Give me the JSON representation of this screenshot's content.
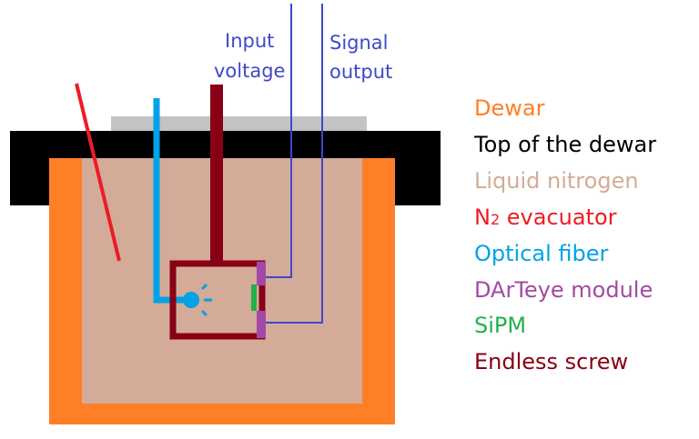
{
  "wires": {
    "input_voltage": {
      "line1": "Input",
      "line2": "voltage"
    },
    "signal_output": {
      "line1": "Signal",
      "line2": "output"
    }
  },
  "legend": [
    {
      "key": "dewar",
      "label": "Dewar",
      "color": "#ff7f27"
    },
    {
      "key": "top",
      "label": "Top of the dewar",
      "color": "#000000"
    },
    {
      "key": "ln2",
      "label": "Liquid nitrogen",
      "color": "#d4ab98"
    },
    {
      "key": "evac",
      "label": "N",
      "sub": "2",
      "rest": " evacuator",
      "color": "#ed1c24"
    },
    {
      "key": "fiber",
      "label": "Optical fiber",
      "color": "#00a2e8"
    },
    {
      "key": "module",
      "label": "DArTeye module",
      "color": "#a349a4"
    },
    {
      "key": "sipm",
      "label": "SiPM",
      "color": "#22b14c"
    },
    {
      "key": "screw",
      "label": "Endless screw",
      "color": "#880015"
    }
  ],
  "colors": {
    "dewar": "#ff7f27",
    "top": "#000000",
    "plate": "#c3c3c3",
    "ln2": "#d4ab98",
    "evac": "#ed1c24",
    "fiber": "#00a2e8",
    "module": "#a349a4",
    "sipm": "#22b14c",
    "screw": "#880015",
    "wire": "#3f48cc"
  }
}
